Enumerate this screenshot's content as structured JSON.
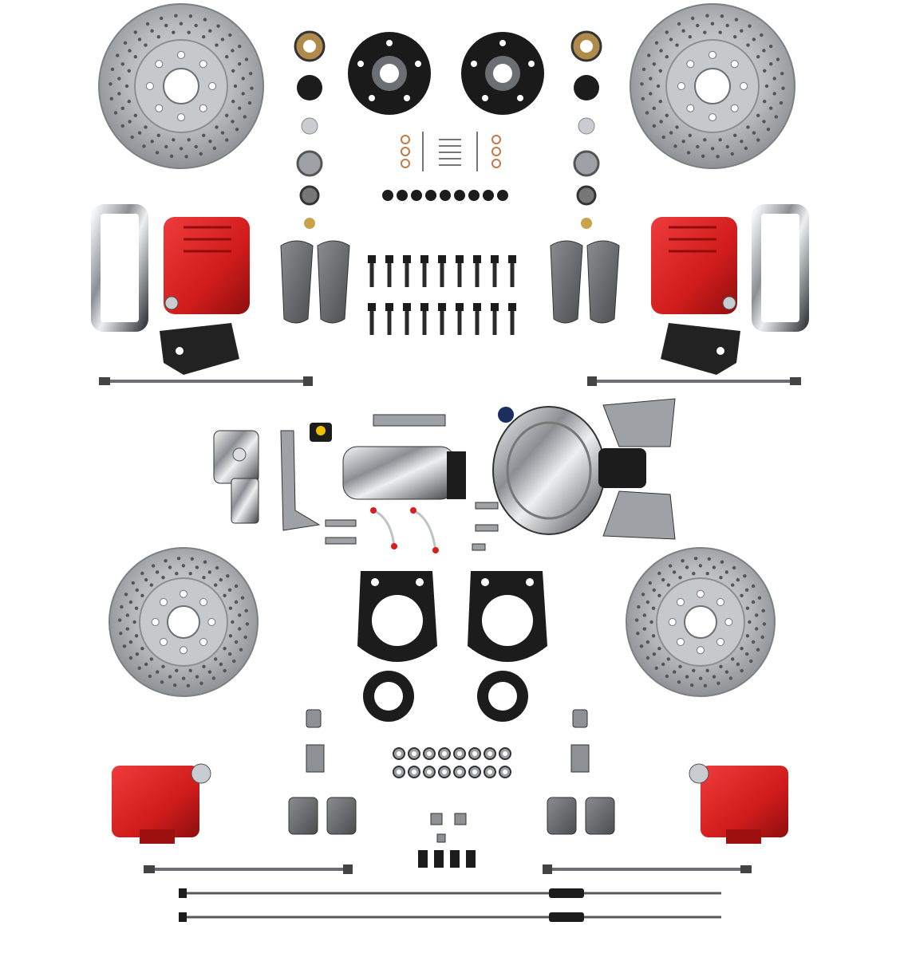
{
  "palette": {
    "background": "#ffffff",
    "rotor_metal": "#b9bcbf",
    "rotor_dark": "#8d9094",
    "caliper_red": "#d81e1e",
    "caliper_red_dark": "#9c1010",
    "chrome": "#c9ccd0",
    "chrome_dark": "#55595e",
    "black_part": "#1c1c1c",
    "pad_gray": "#6a6d70",
    "bronze_seal": "#b08a4a"
  },
  "kit_groups": {
    "front_rotors": 2,
    "front_hubs": 2,
    "front_calipers": 2,
    "front_brackets": 2,
    "front_pad_sets": 2,
    "front_brake_hoses": 2,
    "rear_rotors": 2,
    "rear_backing_plates": 2,
    "rear_calipers": 2,
    "rear_pad_sets": 2,
    "rear_brake_hoses": 2,
    "parking_brake_cables": 2,
    "master_cylinder": 1,
    "proportioning_valve": 1,
    "power_booster": 1
  }
}
